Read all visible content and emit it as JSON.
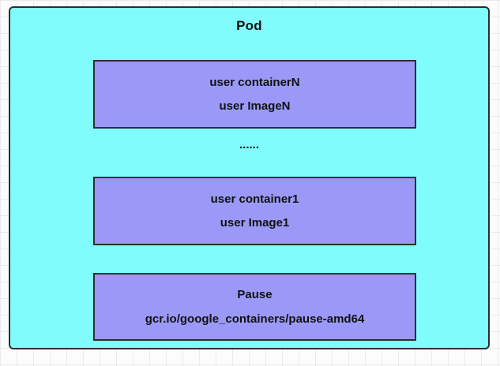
{
  "diagram": {
    "pod": {
      "title": "Pod",
      "ellipsis": "......",
      "containers": [
        {
          "name": "user containerN",
          "image": "user ImageN"
        },
        {
          "name": "user container1",
          "image": "user Image1"
        },
        {
          "name": "Pause",
          "image": "gcr.io/google_containers/pause-amd64"
        }
      ],
      "colors": {
        "pod_fill": "#80fcfc",
        "container_fill": "#9b99f8",
        "border": "#2e2e2e",
        "grid_line": "#ebebeb",
        "text": "#111111"
      }
    }
  }
}
